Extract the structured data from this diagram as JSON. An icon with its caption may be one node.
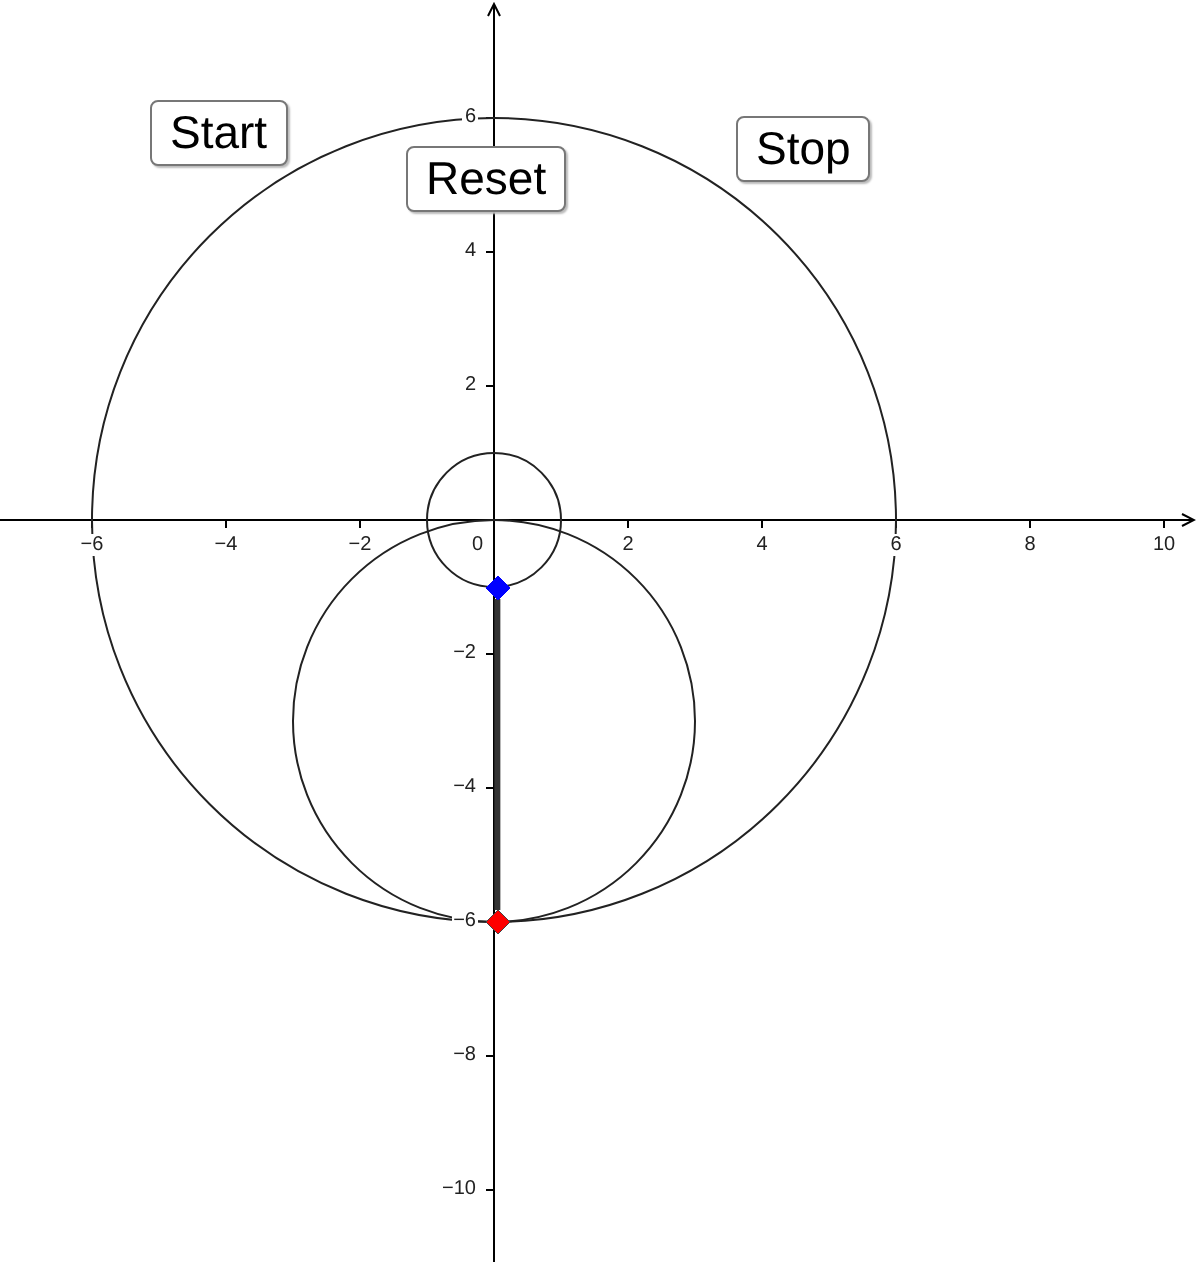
{
  "diagram": {
    "nodes": [
      {
        "text": [],
        "shape": "diamond"
      },
      {
        "text": [],
        "shape": "diamond"
      }
    ],
    "edges": [
      {
        "from": 0,
        "to": 1,
        "arrow": "none"
      }
    ],
    "labels": [
      "Start",
      "Reset",
      "Stop",
      "6",
      "4",
      "2",
      "−6",
      "−4",
      "−2",
      "0",
      "2",
      "4",
      "6",
      "8",
      "10",
      "−2",
      "−4",
      "−6",
      "−8",
      "−10"
    ]
  }
}
